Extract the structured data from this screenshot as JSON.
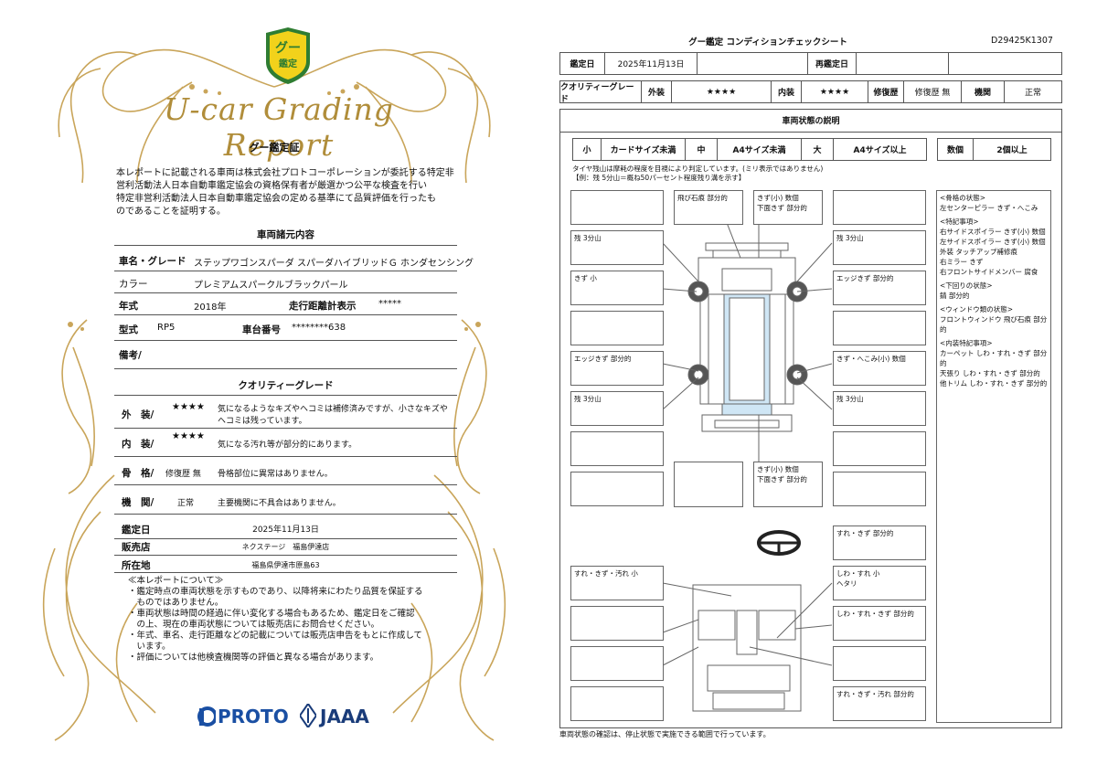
{
  "left": {
    "badge_text": "グー 鑑定",
    "script_title": "U-car Grading Report",
    "cert_title": "グー鑑定証",
    "cert_body_lines": [
      "本レポートに記載される車両は株式会社プロトコーポレーションが委託する特定非",
      "営利活動法人日本自動車鑑定協会の資格保有者が厳選かつ公平な検査を行い",
      "特定非営利活動法人日本自動車鑑定協会の定める基準にて品質評価を行ったも",
      "のであることを証明する。"
    ],
    "spec_title": "車両諸元内容",
    "spec": {
      "name_label": "車名・グレード",
      "name_value": "ステップワゴンスパーダ スパーダハイブリッドＧ ホンダセンシング",
      "color_label": "カラー",
      "color_value": "プレミアムスパークルブラックパール",
      "year_label": "年式",
      "year_value": "2018年",
      "mileage_label": "走行距離計表示",
      "mileage_value": "*****",
      "model_label": "型式",
      "model_value": "RP5",
      "chassis_label": "車台番号",
      "chassis_value": "********638",
      "remarks_label": "備考/"
    },
    "quality_title": "クオリティーグレード",
    "quality": {
      "exterior_label": "外　装/",
      "exterior_stars": "★★★★",
      "exterior_text_1": "気になるようなキズやヘコミは補修済みですが、小さなキズや",
      "exterior_text_2": "ヘコミは残っています。",
      "interior_label": "内　装/",
      "interior_stars": "★★★★",
      "interior_text": "気になる汚れ等が部分的にあります。",
      "frame_label": "骨　格/",
      "frame_value": "修復歴 無",
      "frame_text": "骨格部位に異常はありません。",
      "engine_label": "機　関/",
      "engine_value": "正常",
      "engine_text": "主要機関に不具合はありません。"
    },
    "appraisal": {
      "date_label": "鑑定日",
      "date_value": "2025年11月13日",
      "dealer_label": "販売店",
      "dealer_value": "ネクステージ　福島伊達店",
      "address_label": "所在地",
      "address_value": "福島県伊達市原島63"
    },
    "notice_title": "≪本レポートについて≫",
    "notice_lines": [
      "・鑑定時点の車両状態を示すものであり、以降将来にわたり品質を保証する",
      "　ものではありません。",
      "・車両状態は時間の経過に伴い変化する場合もあるため、鑑定日をご確認",
      "　の上、現在の車両状態については販売店にお問合せください。",
      "・年式、車名、走行距離などの記載については販売店申告をもとに作成して",
      "　います。",
      "・評価については他検査機関等の評価と異なる場合があります。"
    ],
    "logo_proto": "PROTO",
    "logo_jaaa": "JAAA"
  },
  "right": {
    "sheet_title": "グー鑑定 コンディションチェックシート",
    "sheet_id": "D29425K1307",
    "date_label": "鑑定日",
    "date_value": "2025年11月13日",
    "reappraisal_label": "再鑑定日",
    "grade_row": {
      "quality_label": "クオリティーグレード",
      "exterior_label": "外装",
      "exterior_stars": "★★★★",
      "interior_label": "内装",
      "interior_stars": "★★★★",
      "repair_label": "修復歴",
      "repair_value": "修復歴 無",
      "engine_label": "機関",
      "engine_value": "正常"
    },
    "state_title": "車両状態の説明",
    "size_row": {
      "small": "小",
      "small_desc": "カードサイズ未満",
      "medium": "中",
      "medium_desc": "A4サイズ未満",
      "large": "大",
      "large_desc": "A4サイズ以上",
      "count_label": "数個",
      "count_desc": "2個以上"
    },
    "tire_note_1": "タイヤ残山は摩耗の程度を目視により判定しています。(ミリ表示ではありません)",
    "tire_note_2": "【例：残 5分山＝概ね50パーセント程度残り溝を示す】",
    "labels": {
      "top_center_left": "飛び石痕 部分的",
      "top_center_right_1": "きず(小) 数個",
      "top_center_right_2": "下面きず 部分的",
      "left_tire_front": "残 3分山",
      "left_scratch": "きず 小",
      "left_edge": "エッジきず 部分的",
      "left_tire_rear": "残 3分山",
      "right_tire_front": "残 3分山",
      "right_edge": "エッジきず 部分的",
      "right_dent": "きず・へこみ(小) 数個",
      "right_tire_rear": "残 3分山",
      "bottom_center_1": "きず(小) 数個",
      "bottom_center_2": "下面きず 部分的",
      "steering": "すれ・きず 部分的",
      "seat_left": "すれ・きず・汚れ 小",
      "interior_r1_1": "しわ・すれ 小",
      "interior_r1_2": "ヘタリ",
      "interior_r2": "しわ・すれ・きず 部分的",
      "interior_r4": "すれ・きず・汚れ 部分的"
    },
    "side_notes": [
      "<骨格の状態>",
      "左センターピラー きず・へこみ",
      "",
      "<特記事項>",
      "右サイドスポイラー きず(小) 数個",
      "左サイドスポイラー きず(小) 数個",
      "外装 タッチアップ補修痕",
      "右ミラー きず",
      "右フロントサイドメンバー 腐食",
      "",
      "<下回りの状態>",
      "錆 部分的",
      "",
      "<ウィンドウ類の状態>",
      "フロントウィンドウ 飛び石痕 部分的",
      "",
      "<内装特記事項>",
      "カーペット しわ・すれ・きず 部分的",
      "天張り しわ・すれ・きず 部分的",
      "他トリム しわ・すれ・きず 部分的"
    ],
    "footer": "車両状態の確認は、停止状態で実施できる範囲で行っています。"
  },
  "colors": {
    "gold": "#c9a55a",
    "badge_green": "#2f7d32",
    "badge_yellow": "#f2d21b",
    "proto_blue": "#1a4fa3",
    "glass_blue": "#cfe6f5"
  }
}
